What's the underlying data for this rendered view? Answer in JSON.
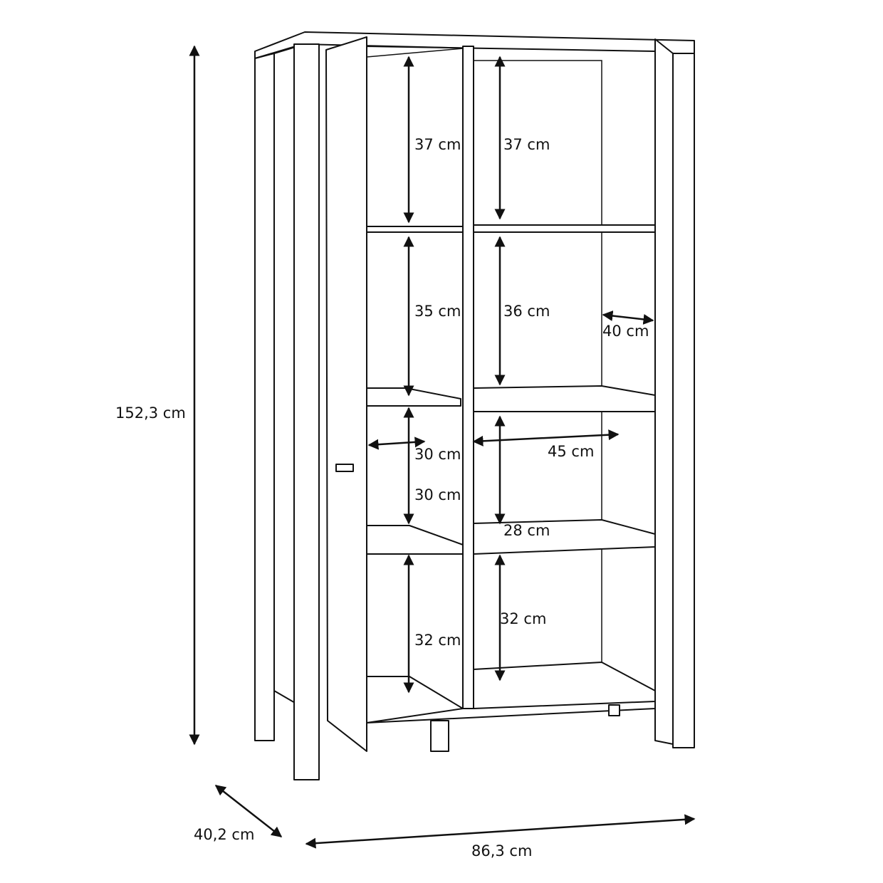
{
  "overall": {
    "height": "152,3 cm",
    "depth": "40,2 cm",
    "width": "86,3 cm"
  },
  "left_compartment": {
    "shelf1_height": "37 cm",
    "shelf2_height": "35 cm",
    "shelf3_width": "30 cm",
    "shelf3_height": "30 cm",
    "shelf4_height": "32 cm"
  },
  "right_compartment": {
    "shelf1_height": "37 cm",
    "shelf2_height": "36 cm",
    "shelf2_depth": "40 cm",
    "shelf3_width": "45 cm",
    "shelf3_height": "28 cm",
    "shelf4_height": "32 cm"
  },
  "colors": {
    "line": "#111111",
    "background": "#ffffff"
  }
}
